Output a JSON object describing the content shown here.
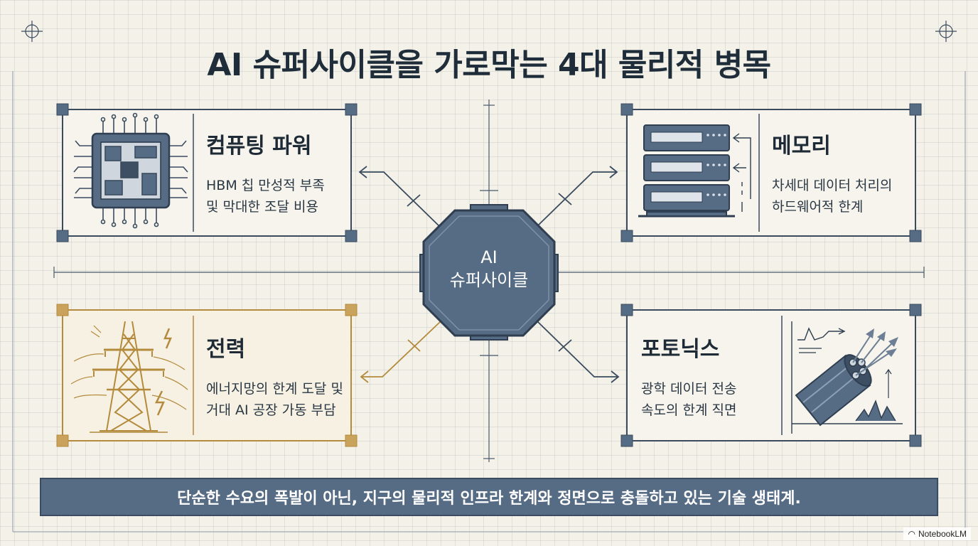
{
  "title": "AI 슈퍼사이클을 가로막는 4대 물리적 병목",
  "hub": {
    "label": "AI\n슈퍼사이클"
  },
  "cards": [
    {
      "title": "컴퓨팅 파워",
      "description": "HBM 칩 만성적 부족\n및 막대한 조달 비용",
      "icon": "cpu-chip-icon"
    },
    {
      "title": "메모리",
      "description": "차세대 데이터 처리의\n하드웨어적 한계",
      "icon": "server-rack-icon"
    },
    {
      "title": "전력",
      "description": "에너지망의 한계 도달 및\n거대 AI 공장 가동 부담",
      "icon": "power-tower-icon"
    },
    {
      "title": "포토닉스",
      "description": "광학 데이터 전송\n속도의 한계 직면",
      "icon": "fiber-optic-cable-icon"
    }
  ],
  "footer": "단순한 수요의 폭발이 아닌, 지구의 물리적 인프라 한계와 정면으로 충돌하고 있는 기술 생태계.",
  "brand": "NotebookLM",
  "colors": {
    "navy": "#566b84",
    "ink": "#3a4b5e",
    "gold": "#b48a3c",
    "paper": "#f3f1e8"
  }
}
